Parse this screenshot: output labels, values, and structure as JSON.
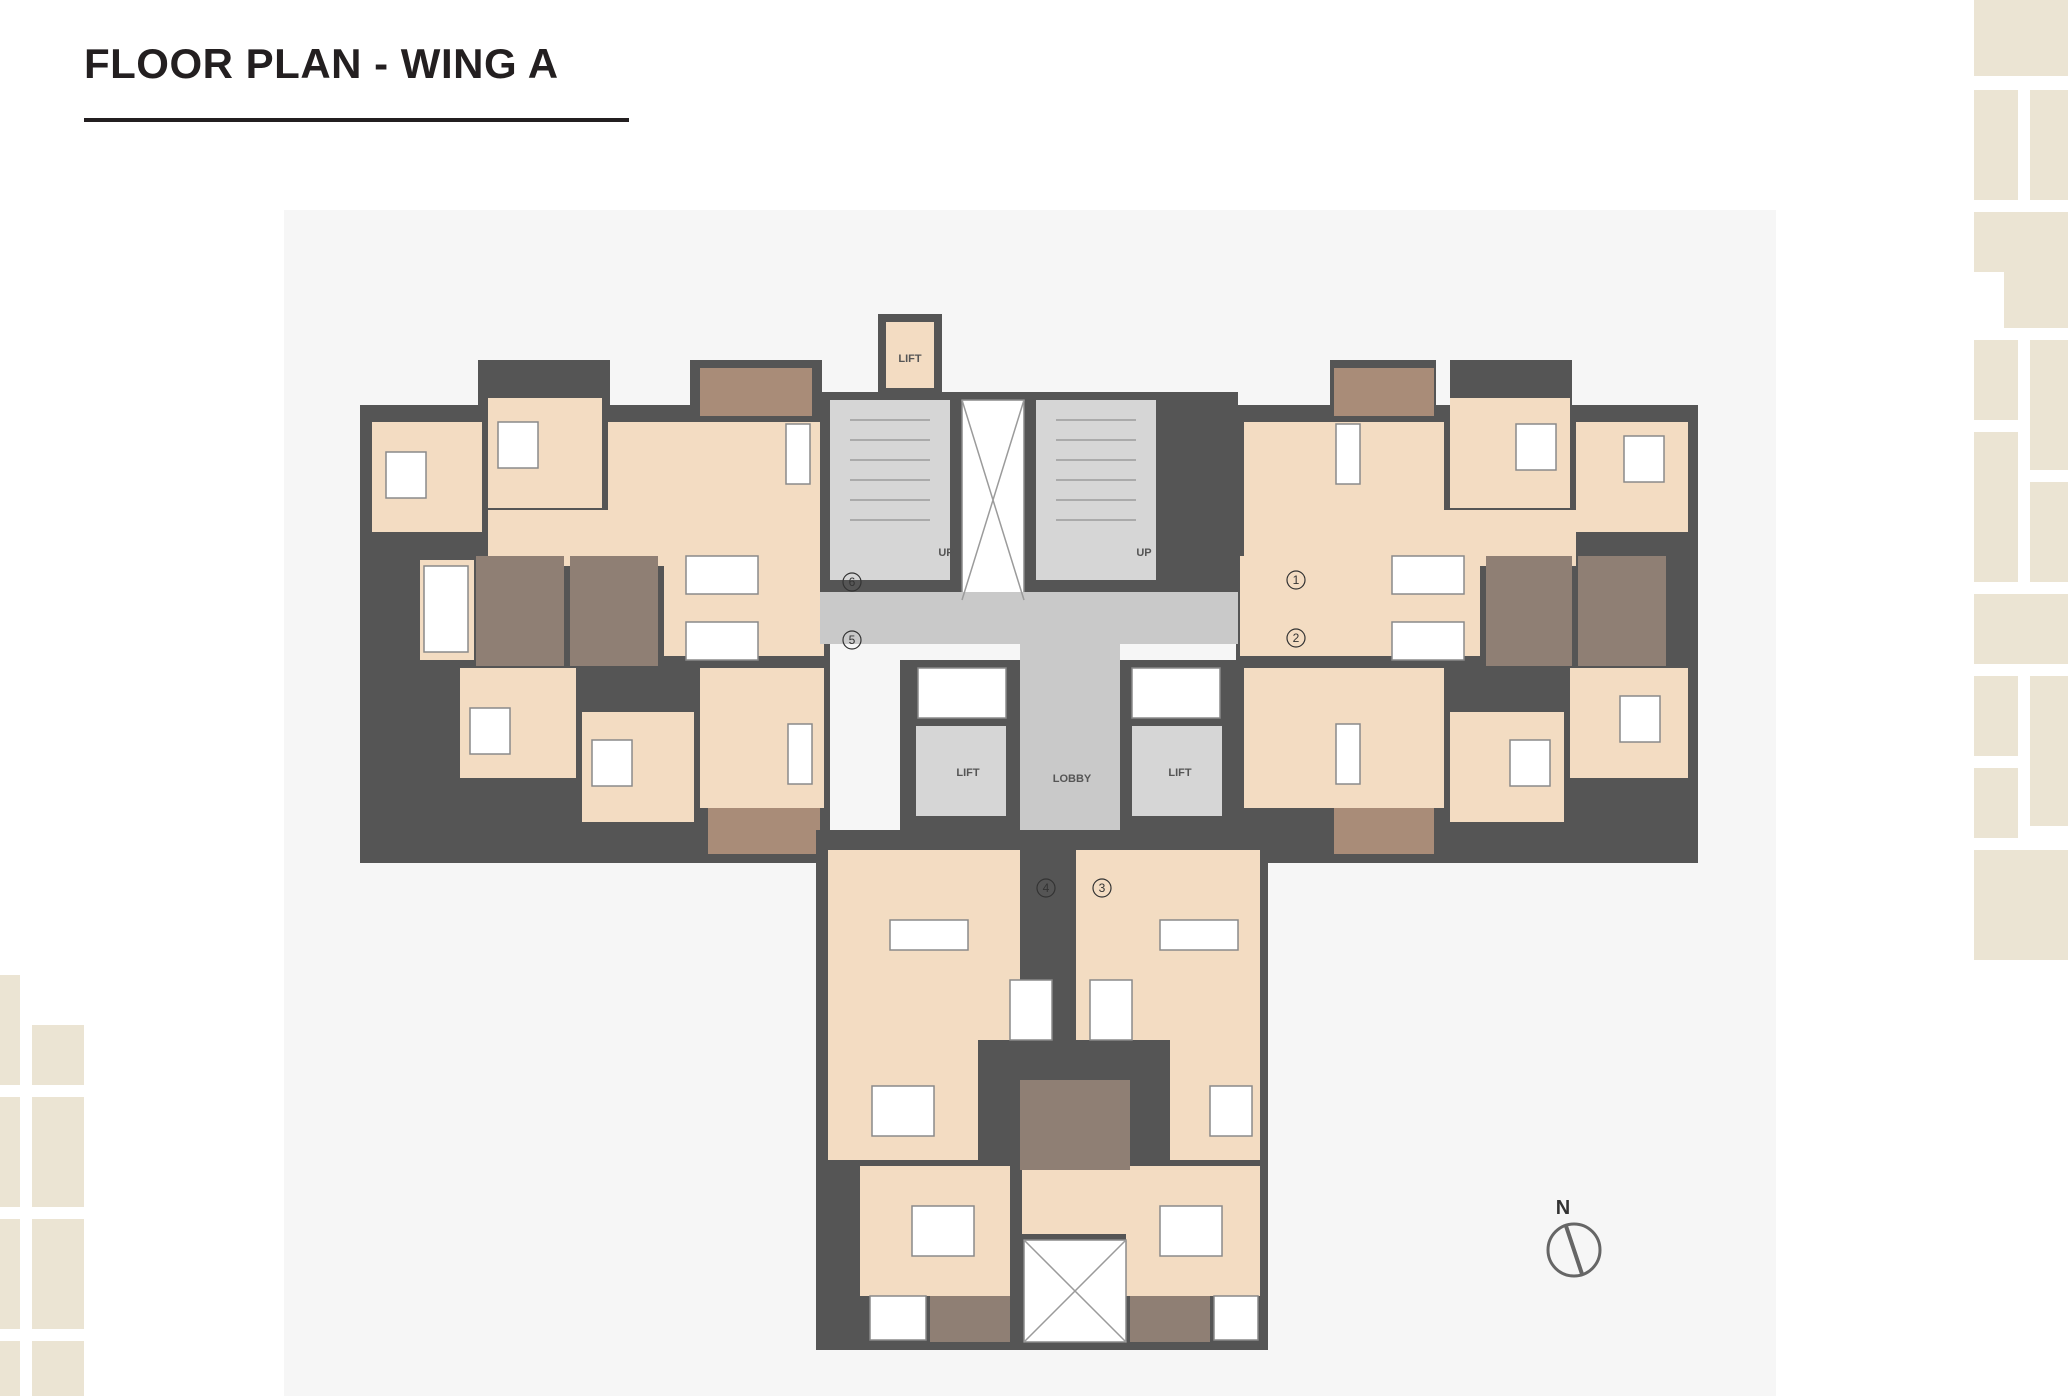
{
  "title": "FLOOR PLAN - WING A",
  "plan": {
    "labels": {
      "lift_top": "LIFT",
      "lift_left": "LIFT",
      "lift_right": "LIFT",
      "lobby": "LOBBY",
      "up_left": "UP",
      "up_right": "UP"
    },
    "flat_numbers": [
      "1",
      "2",
      "3",
      "4",
      "5",
      "6"
    ]
  },
  "compass": {
    "north_label": "N",
    "icon": "north-arrow-icon"
  },
  "colors": {
    "title": "#231f20",
    "decor": "#ebe4d3",
    "room_floor": "#f3dcc2",
    "wall": "#555555",
    "core": "#d6d6d6",
    "toilet": "#8f7f74"
  }
}
